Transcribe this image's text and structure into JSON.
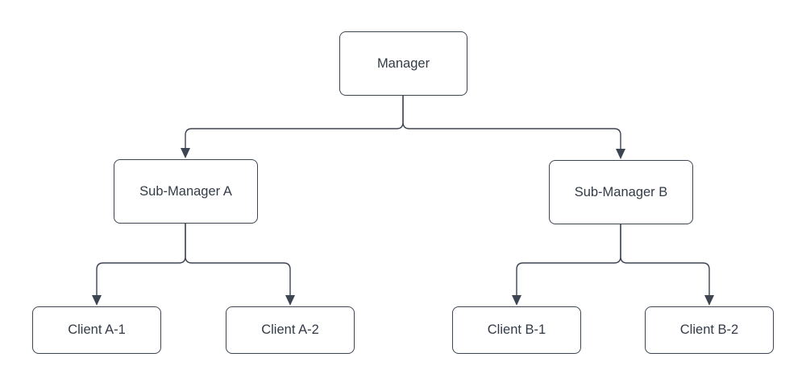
{
  "diagram": {
    "type": "org-chart",
    "nodes": {
      "manager": {
        "label": "Manager"
      },
      "sub_a": {
        "label": "Sub-Manager A"
      },
      "sub_b": {
        "label": "Sub-Manager B"
      },
      "client_a1": {
        "label": "Client A-1"
      },
      "client_a2": {
        "label": "Client A-2"
      },
      "client_b1": {
        "label": "Client B-1"
      },
      "client_b2": {
        "label": "Client B-2"
      }
    },
    "edges": [
      {
        "from": "Manager",
        "to": "Sub-Manager A",
        "arrow": "filled-triangle"
      },
      {
        "from": "Manager",
        "to": "Sub-Manager B",
        "arrow": "filled-triangle"
      },
      {
        "from": "Sub-Manager A",
        "to": "Client A-1",
        "arrow": "filled-triangle"
      },
      {
        "from": "Sub-Manager A",
        "to": "Client A-2",
        "arrow": "filled-triangle"
      },
      {
        "from": "Sub-Manager B",
        "to": "Client B-1",
        "arrow": "filled-triangle"
      },
      {
        "from": "Sub-Manager B",
        "to": "Client B-2",
        "arrow": "filled-triangle"
      }
    ],
    "colors": {
      "background": "#ffffff",
      "node_fill": "#ffffff",
      "node_border": "#3d4452",
      "connector": "#3d4452",
      "text": "#333b47"
    }
  }
}
